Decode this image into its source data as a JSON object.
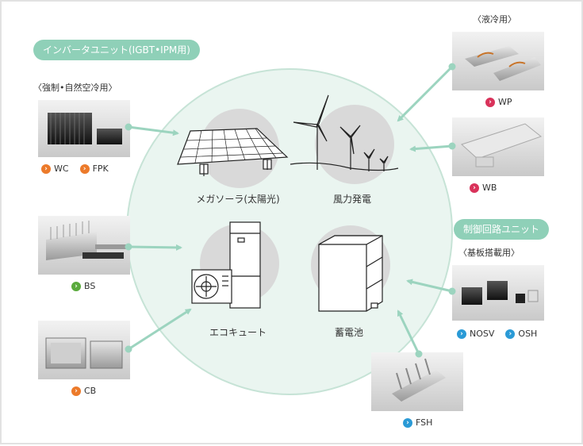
{
  "colors": {
    "circle_fill": "#eaf5f0",
    "circle_stroke": "#c6e3d6",
    "inner_circle": "#d9d9d9",
    "arrow": "#9cd4bf",
    "pill_bg": "#8fd0b8",
    "bullet_orange": "#ec7a2a",
    "bullet_red": "#d9325a",
    "bullet_green": "#5aaa3c",
    "bullet_blue": "#2a9ad6"
  },
  "sections": {
    "inverter_label": "インバータユニット(IGBT•IPM用)",
    "control_label": "制御回路ユニット"
  },
  "notes": {
    "forced_air": "〈強制•自然空冷用〉",
    "liquid": "〈液冷用〉",
    "board": "〈基板搭載用〉"
  },
  "applications": {
    "solar": "メガソーラ(太陽光)",
    "wind": "風力発電",
    "ecocute": "エコキュート",
    "battery": "蓄電池"
  },
  "products": {
    "wc": "WC",
    "fpk": "FPK",
    "bs": "BS",
    "cb": "CB",
    "wp": "WP",
    "wb": "WB",
    "nosv": "NOSV",
    "osh": "OSH",
    "fsh": "FSH"
  },
  "icons": {
    "bullet": "chevron-right-circle-icon"
  }
}
